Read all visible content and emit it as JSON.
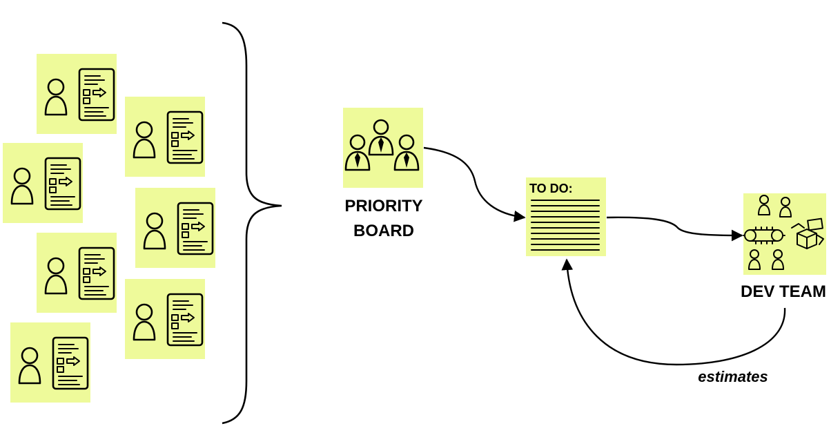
{
  "colors": {
    "note": "#eefa9a",
    "ink": "#000000"
  },
  "icons": {
    "backlog_note": [
      "person-icon",
      "document-icon"
    ],
    "priority_board": "people-with-ties-icon",
    "todo_list": "text-lines-icon",
    "dev_team": "team-conveyor-boxes-icon",
    "flow": "arrow-icon"
  },
  "labels": {
    "priority_line1": "PRIORITY",
    "priority_line2": "BOARD",
    "todo_title": "TO DO:",
    "dev_team": "DEV TEAM",
    "estimates": "estimates"
  }
}
